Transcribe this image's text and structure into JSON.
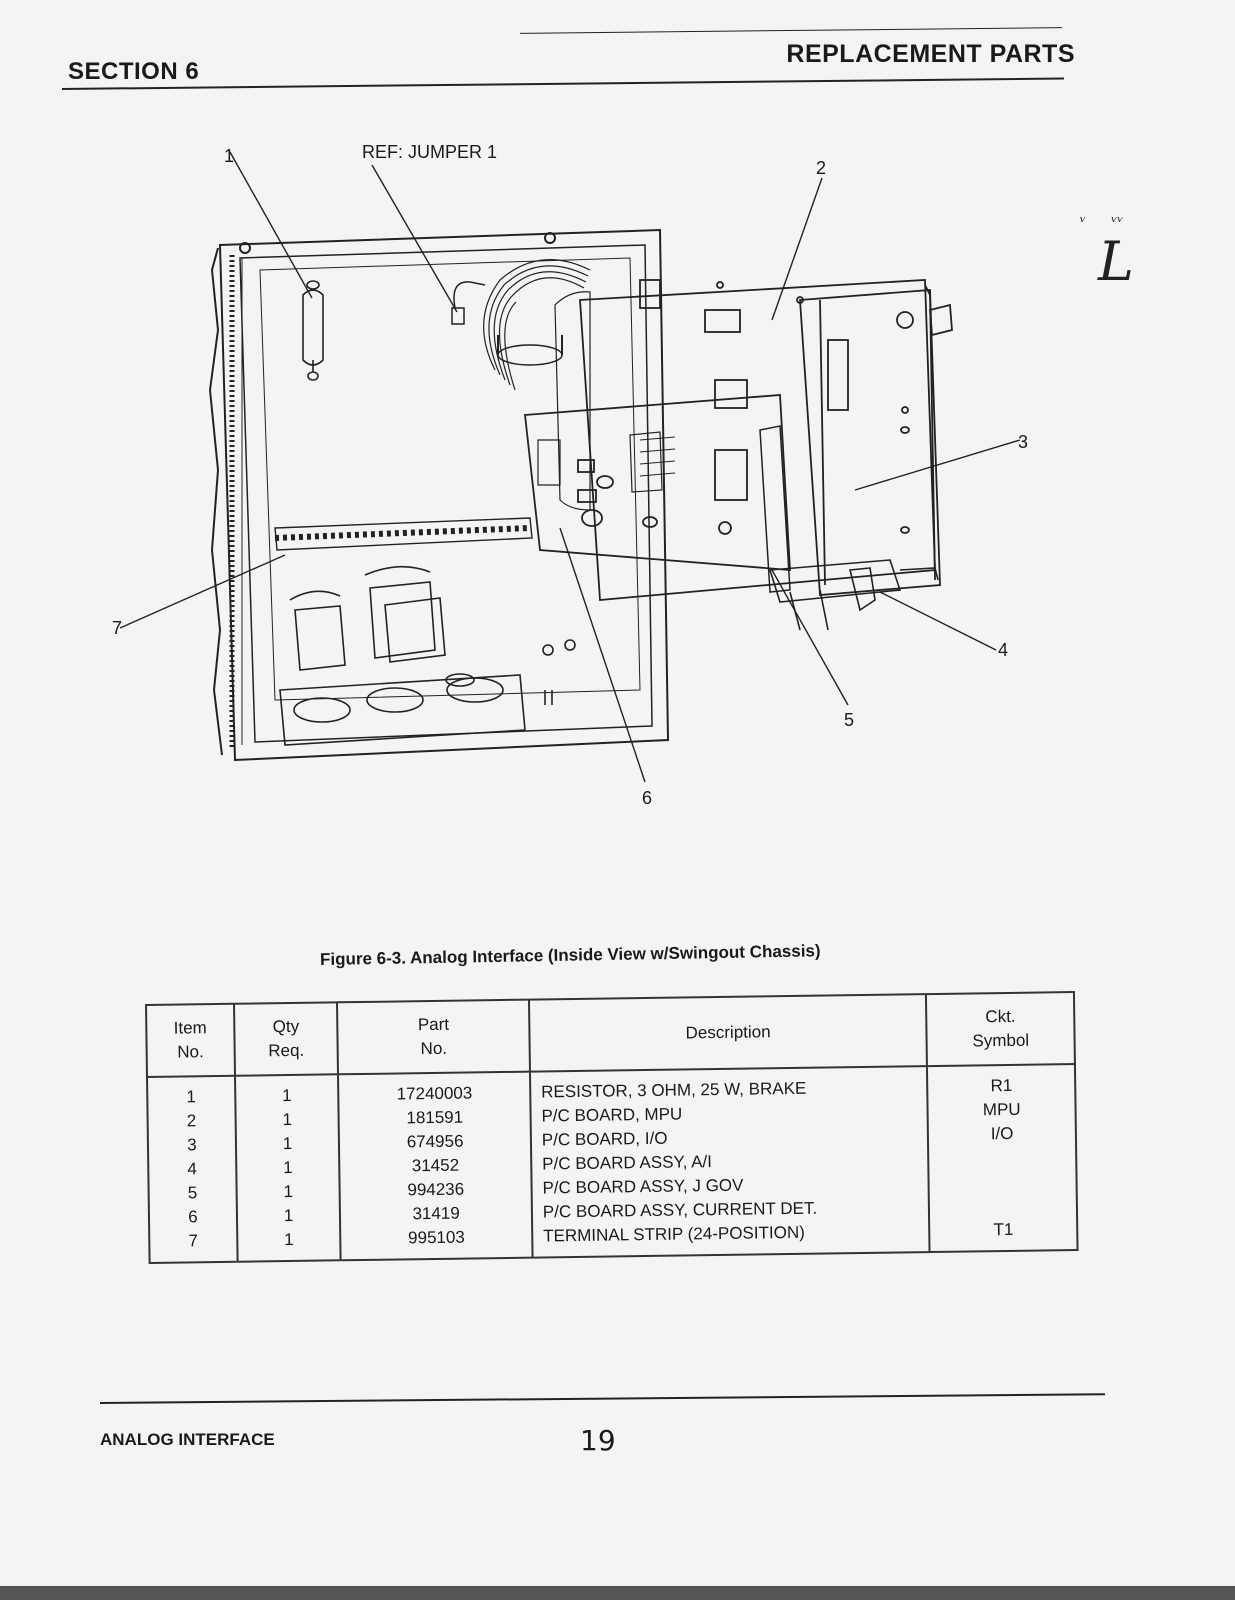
{
  "header": {
    "section": "SECTION 6",
    "title": "REPLACEMENT PARTS"
  },
  "figure": {
    "ref_label": "REF: JUMPER 1",
    "callouts": [
      "1",
      "2",
      "3",
      "4",
      "5",
      "6",
      "7"
    ],
    "caption": "Figure 6-3.  Analog Interface (Inside View w/Swingout Chassis)"
  },
  "table": {
    "headers": {
      "item": [
        "Item",
        "No."
      ],
      "qty": [
        "Qty",
        "Req."
      ],
      "part": [
        "Part",
        "No."
      ],
      "description": [
        "Description"
      ],
      "symbol": [
        "Ckt.",
        "Symbol"
      ]
    },
    "rows": [
      {
        "item": "1",
        "qty": "1",
        "part": "17240003",
        "description": "RESISTOR, 3 OHM, 25 W, BRAKE",
        "symbol": "R1"
      },
      {
        "item": "2",
        "qty": "1",
        "part": "181591",
        "description": "P/C BOARD, MPU",
        "symbol": "MPU"
      },
      {
        "item": "3",
        "qty": "1",
        "part": "674956",
        "description": "P/C BOARD, I/O",
        "symbol": "I/O"
      },
      {
        "item": "4",
        "qty": "1",
        "part": "31452",
        "description": "P/C BOARD ASSY, A/I",
        "symbol": ""
      },
      {
        "item": "5",
        "qty": "1",
        "part": "994236",
        "description": "P/C BOARD ASSY, J GOV",
        "symbol": ""
      },
      {
        "item": "6",
        "qty": "1",
        "part": "31419",
        "description": "P/C BOARD ASSY, CURRENT DET.",
        "symbol": ""
      },
      {
        "item": "7",
        "qty": "1",
        "part": "995103",
        "description": "TERMINAL STRIP (24-POSITION)",
        "symbol": "T1"
      }
    ]
  },
  "footer": {
    "left": "ANALOG INTERFACE",
    "page_number": "19"
  },
  "margin_note": "L"
}
